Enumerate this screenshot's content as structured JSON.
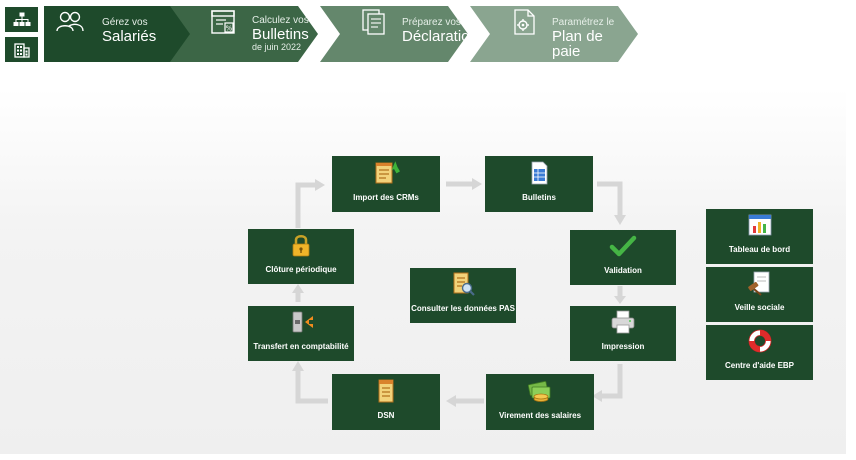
{
  "sidebar": {
    "items": [
      {
        "name": "organization-chart-icon"
      },
      {
        "name": "building-icon"
      }
    ]
  },
  "breadcrumb": {
    "steps": [
      {
        "small": "Gérez vos",
        "big": "Salariés",
        "tiny": "",
        "icon": "users-icon",
        "color": "#1e4a2b"
      },
      {
        "small": "Calculez vos",
        "big": "Bulletins",
        "tiny": "de juin 2022",
        "icon": "payslip-icon",
        "color": "#3c6646"
      },
      {
        "small": "Préparez vos",
        "big": "Déclarations",
        "tiny": "",
        "icon": "declarations-icon",
        "color": "#64876c"
      },
      {
        "small": "Paramétrez le",
        "big": "Plan de paie",
        "tiny": "",
        "icon": "settings-doc-icon",
        "color": "#8aa590"
      }
    ]
  },
  "tiles": {
    "import_crm": "Import des CRMs",
    "bulletins": "Bulletins",
    "validation": "Validation",
    "impression": "Impression",
    "virement": "Virement des salaires",
    "dsn": "DSN",
    "transfert": "Transfert en comptabilité",
    "cloture": "Clôture périodique",
    "consulter_pas": "Consulter les données PAS",
    "tableau_bord": "Tableau de bord",
    "veille_sociale": "Veille sociale",
    "centre_aide": "Centre d'aide EBP"
  },
  "colors": {
    "tile": "#1e4a2b",
    "arrow": "#d6d6d6"
  }
}
